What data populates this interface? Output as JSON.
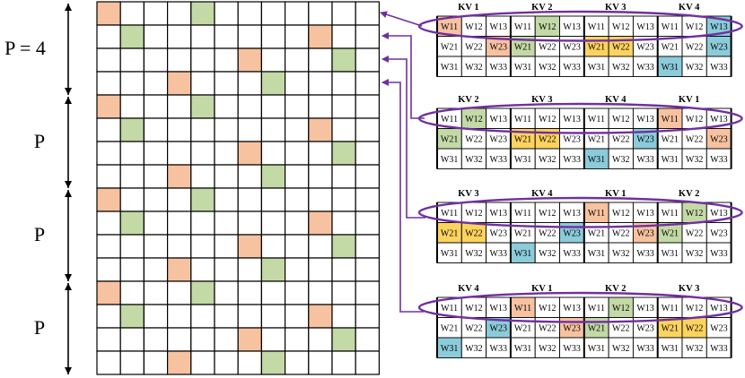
{
  "colors": {
    "orange": "#F7C2A0",
    "green": "#C3D9A6",
    "yellow": "#FBD35E",
    "blue": "#8BCBDA",
    "purple": "#7030A0",
    "grid_line": "#000000",
    "background": "#ffffff"
  },
  "left_grid": {
    "rows": 16,
    "cols": 12,
    "colored_cells": [
      {
        "row": 0,
        "col": 0,
        "color": "orange"
      },
      {
        "row": 0,
        "col": 4,
        "color": "green"
      },
      {
        "row": 1,
        "col": 1,
        "color": "green"
      },
      {
        "row": 1,
        "col": 9,
        "color": "orange"
      },
      {
        "row": 2,
        "col": 6,
        "color": "orange"
      },
      {
        "row": 2,
        "col": 10,
        "color": "green"
      },
      {
        "row": 3,
        "col": 3,
        "color": "orange"
      },
      {
        "row": 3,
        "col": 7,
        "color": "green"
      },
      {
        "row": 4,
        "col": 0,
        "color": "orange"
      },
      {
        "row": 4,
        "col": 4,
        "color": "green"
      },
      {
        "row": 5,
        "col": 1,
        "color": "green"
      },
      {
        "row": 5,
        "col": 9,
        "color": "orange"
      },
      {
        "row": 6,
        "col": 6,
        "color": "orange"
      },
      {
        "row": 6,
        "col": 10,
        "color": "green"
      },
      {
        "row": 7,
        "col": 3,
        "color": "orange"
      },
      {
        "row": 7,
        "col": 7,
        "color": "green"
      },
      {
        "row": 8,
        "col": 0,
        "color": "orange"
      },
      {
        "row": 8,
        "col": 4,
        "color": "green"
      },
      {
        "row": 9,
        "col": 1,
        "color": "green"
      },
      {
        "row": 9,
        "col": 9,
        "color": "orange"
      },
      {
        "row": 10,
        "col": 6,
        "color": "orange"
      },
      {
        "row": 10,
        "col": 10,
        "color": "green"
      },
      {
        "row": 11,
        "col": 3,
        "color": "orange"
      },
      {
        "row": 11,
        "col": 7,
        "color": "green"
      },
      {
        "row": 12,
        "col": 0,
        "color": "orange"
      },
      {
        "row": 12,
        "col": 4,
        "color": "green"
      },
      {
        "row": 13,
        "col": 1,
        "color": "green"
      },
      {
        "row": 13,
        "col": 9,
        "color": "orange"
      },
      {
        "row": 14,
        "col": 6,
        "color": "orange"
      },
      {
        "row": 14,
        "col": 10,
        "color": "green"
      },
      {
        "row": 15,
        "col": 3,
        "color": "orange"
      },
      {
        "row": 15,
        "col": 7,
        "color": "green"
      }
    ]
  },
  "brackets": [
    {
      "label": "P = 4"
    },
    {
      "label": "P"
    },
    {
      "label": "P"
    },
    {
      "label": "P"
    }
  ],
  "blocks": [
    {
      "kv_labels": [
        "KV 1",
        "KV 2",
        "KV 3",
        "KV 4"
      ],
      "highlights": [
        {
          "row": 0,
          "col": 0,
          "color": "orange"
        },
        {
          "row": 0,
          "col": 4,
          "color": "green"
        },
        {
          "row": 0,
          "col": 11,
          "color": "blue"
        },
        {
          "row": 1,
          "col": 2,
          "color": "orange"
        },
        {
          "row": 1,
          "col": 3,
          "color": "green"
        },
        {
          "row": 1,
          "col": 6,
          "color": "yellow"
        },
        {
          "row": 1,
          "col": 7,
          "color": "yellow"
        },
        {
          "row": 1,
          "col": 11,
          "color": "blue"
        },
        {
          "row": 2,
          "col": 9,
          "color": "blue"
        }
      ]
    },
    {
      "kv_labels": [
        "KV 2",
        "KV 3",
        "KV 4",
        "KV 1"
      ],
      "highlights": [
        {
          "row": 0,
          "col": 1,
          "color": "green"
        },
        {
          "row": 0,
          "col": 9,
          "color": "orange"
        },
        {
          "row": 1,
          "col": 0,
          "color": "green"
        },
        {
          "row": 1,
          "col": 3,
          "color": "yellow"
        },
        {
          "row": 1,
          "col": 4,
          "color": "yellow"
        },
        {
          "row": 1,
          "col": 8,
          "color": "blue"
        },
        {
          "row": 1,
          "col": 11,
          "color": "orange"
        },
        {
          "row": 2,
          "col": 6,
          "color": "blue"
        }
      ]
    },
    {
      "kv_labels": [
        "KV 3",
        "KV 4",
        "KV 1",
        "KV 2"
      ],
      "highlights": [
        {
          "row": 0,
          "col": 6,
          "color": "orange"
        },
        {
          "row": 0,
          "col": 10,
          "color": "green"
        },
        {
          "row": 1,
          "col": 0,
          "color": "yellow"
        },
        {
          "row": 1,
          "col": 1,
          "color": "yellow"
        },
        {
          "row": 1,
          "col": 5,
          "color": "blue"
        },
        {
          "row": 1,
          "col": 8,
          "color": "orange"
        },
        {
          "row": 1,
          "col": 9,
          "color": "green"
        },
        {
          "row": 2,
          "col": 3,
          "color": "blue"
        }
      ]
    },
    {
      "kv_labels": [
        "KV 4",
        "KV 1",
        "KV 2",
        "KV 3"
      ],
      "highlights": [
        {
          "row": 0,
          "col": 3,
          "color": "orange"
        },
        {
          "row": 0,
          "col": 7,
          "color": "green"
        },
        {
          "row": 1,
          "col": 2,
          "color": "blue"
        },
        {
          "row": 1,
          "col": 5,
          "color": "orange"
        },
        {
          "row": 1,
          "col": 6,
          "color": "green"
        },
        {
          "row": 1,
          "col": 9,
          "color": "yellow"
        },
        {
          "row": 1,
          "col": 10,
          "color": "yellow"
        },
        {
          "row": 2,
          "col": 0,
          "color": "blue"
        }
      ]
    }
  ],
  "cell_labels": [
    [
      "W11",
      "W12",
      "W13"
    ],
    [
      "W21",
      "W22",
      "W23"
    ],
    [
      "W31",
      "W32",
      "W33"
    ]
  ]
}
